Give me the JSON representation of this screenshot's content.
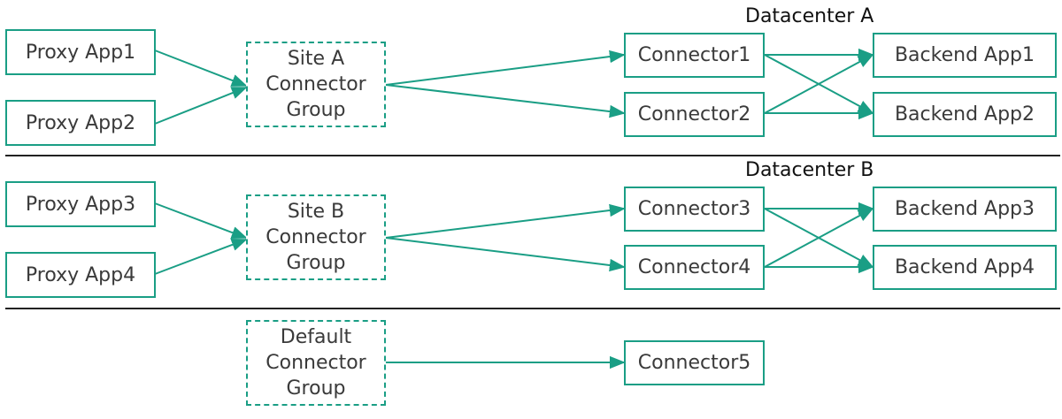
{
  "sections": {
    "a": {
      "title": "Datacenter A"
    },
    "b": {
      "title": "Datacenter B"
    }
  },
  "proxy_apps": [
    "Proxy App1",
    "Proxy App2",
    "Proxy App3",
    "Proxy App4"
  ],
  "connector_groups": {
    "site_a": "Site A\nConnector\nGroup",
    "site_b": "Site B\nConnector\nGroup",
    "default": "Default\nConnector\nGroup"
  },
  "connectors": [
    "Connector1",
    "Connector2",
    "Connector3",
    "Connector4",
    "Connector5"
  ],
  "backend_apps": [
    "Backend App1",
    "Backend App2",
    "Backend App3",
    "Backend App4"
  ],
  "colors": {
    "accent": "#1a9e85",
    "text": "#3a3a3a",
    "divider": "#222222"
  }
}
